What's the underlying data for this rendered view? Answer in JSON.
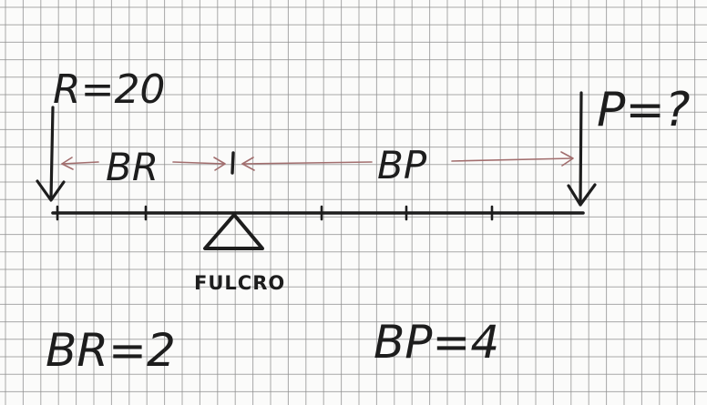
{
  "lever": {
    "resistance_label": "R=20",
    "power_label": "P=?",
    "arm_resistance_label": "BR",
    "arm_power_label": "BP",
    "fulcrum_label": "FULCRO",
    "arm_resistance_value": "BR=2",
    "arm_power_value": "BP=4"
  },
  "colors": {
    "ink": "#1d1d1d",
    "grid": "#8d8d8d",
    "arrow_red": "#a26e6e"
  }
}
